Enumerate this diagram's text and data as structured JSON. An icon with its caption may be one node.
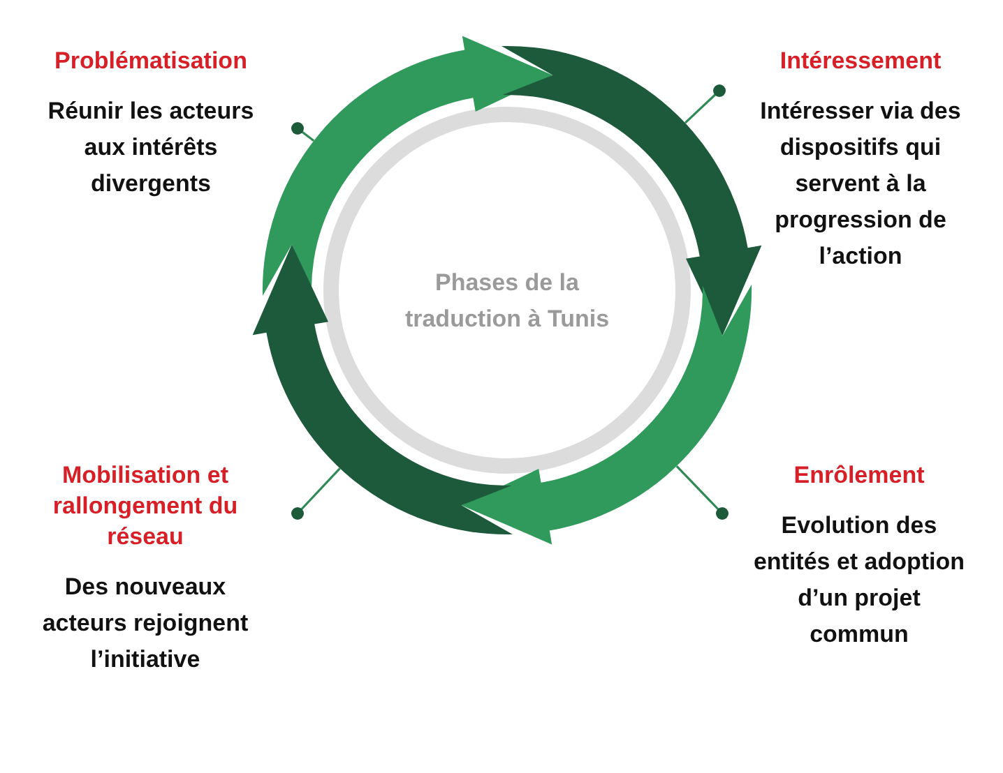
{
  "diagram": {
    "nodes": [
      {
        "text": [
          "Phases de la traduction à Tunis"
        ]
      },
      {
        "text": [
          "Problématisation",
          "Réunir les acteurs aux intérêts divergents"
        ]
      },
      {
        "text": [
          "Intéressement",
          "Intéresser via des dispositifs qui servent à la progression de l’action"
        ]
      },
      {
        "text": [
          "Enrôlement",
          "Evolution des entités et adoption d’un projet commun"
        ]
      },
      {
        "text": [
          "Mobilisation et rallongement du réseau",
          "Des nouveaux acteurs rejoignent l’initiative"
        ]
      },
      {
        "text": [],
        "shape": "arrow"
      },
      {
        "text": [],
        "shape": "arrow"
      },
      {
        "text": [],
        "shape": "arrow"
      },
      {
        "text": [],
        "shape": "arrow"
      }
    ],
    "edges": [
      {
        "from": 1,
        "to": 5,
        "arrow": "other"
      },
      {
        "from": 2,
        "to": 6,
        "arrow": "other"
      },
      {
        "from": 3,
        "to": 7,
        "arrow": "other"
      },
      {
        "from": 4,
        "to": 8,
        "arrow": "other"
      }
    ]
  }
}
